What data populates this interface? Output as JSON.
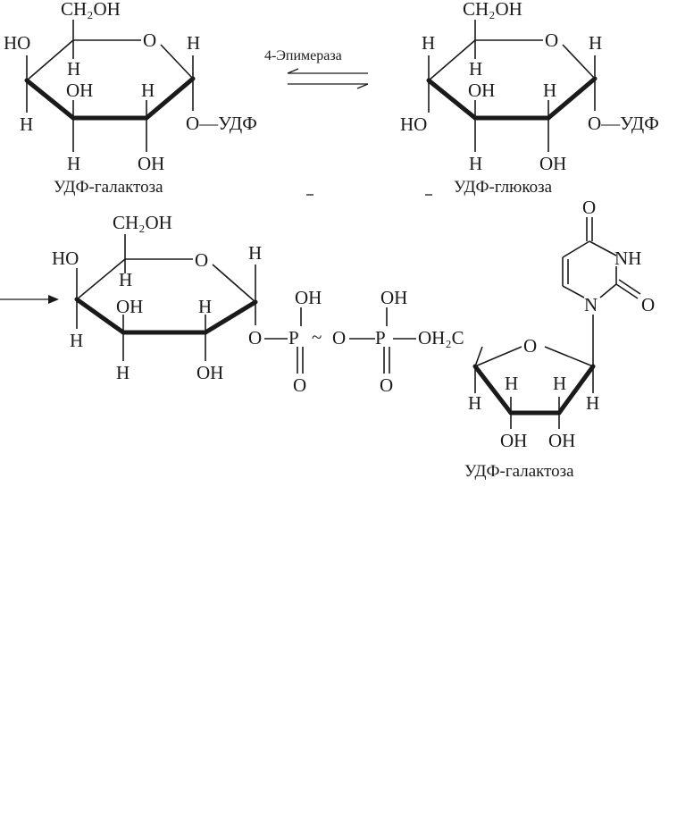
{
  "enzyme_label": "4-Эпимераза",
  "molecules": {
    "top_left": {
      "caption": "УДФ-галактоза",
      "ch2oh": "CH₂OH",
      "ring_o": "O",
      "c4_ho": "HO",
      "c4_h": "H",
      "c5_h": "H",
      "c3_oh": "OH",
      "c3_h": "H",
      "c2_h": "H",
      "c2_oh": "OH",
      "c1_h": "H",
      "c1_sub": "O—УДФ"
    },
    "top_right": {
      "caption": "УДФ-глюкоза",
      "ch2oh": "CH₂OH",
      "ring_o": "O",
      "c4_h": "H",
      "c4_ho": "HO",
      "c5_h": "H",
      "c3_oh": "OH",
      "c3_h": "H",
      "c2_h": "H",
      "c2_oh": "OH",
      "c1_h": "H",
      "c1_sub": "O—УДФ"
    },
    "bottom": {
      "caption": "УДФ-галактоза",
      "ch2oh": "CH₂OH",
      "ring_o": "O",
      "c4_ho": "HO",
      "c4_h": "H",
      "c5_h": "H",
      "c3_oh": "OH",
      "c3_h": "H",
      "c2_h": "H",
      "c2_oh": "OH",
      "c1_h": "H",
      "link_o1": "O",
      "p1": "P",
      "p1_oh": "OH",
      "p1_o": "O",
      "tilde": "~",
      "link_o2": "O",
      "p2": "P",
      "p2_oh": "OH",
      "p2_o": "O",
      "oh2c": "OH₂C",
      "ribose_o": "O",
      "rib_h4": "H",
      "rib_h3": "H",
      "rib_h2": "H",
      "rib_h1": "H",
      "rib_oh3": "OH",
      "rib_oh2": "OH",
      "ura_o4": "O",
      "ura_nh": "NH",
      "ura_o2": "O",
      "ura_n1": "N"
    }
  }
}
